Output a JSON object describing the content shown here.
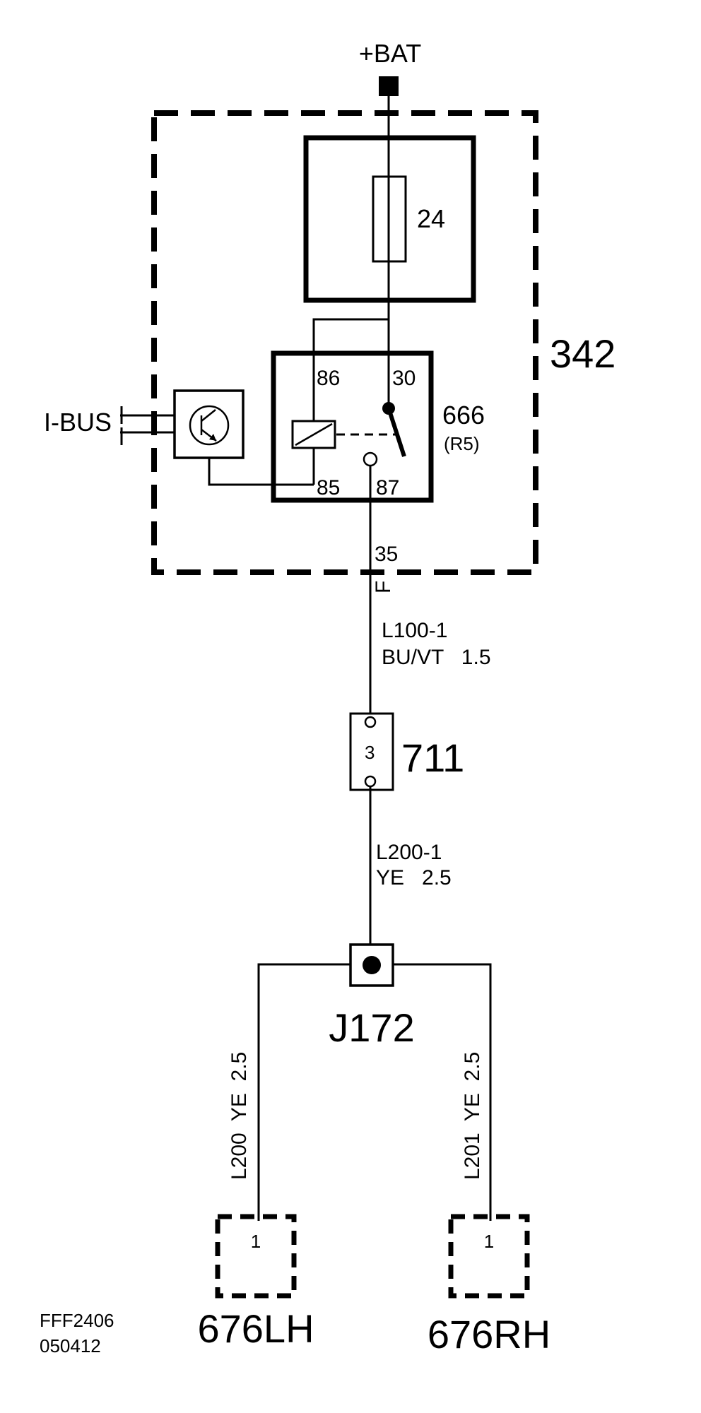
{
  "supply": "+BAT",
  "components": {
    "module": "342",
    "fuse": "24",
    "relay_id": "666",
    "relay_sub": "(R5)",
    "connector": "711",
    "connector_pin": "3",
    "junction": "J172",
    "load_left": "676LH",
    "load_right": "676RH",
    "load_left_pin": "1",
    "load_right_pin": "1"
  },
  "relay_pins": {
    "p86": "86",
    "p30": "30",
    "p85": "85",
    "p87": "87"
  },
  "bus": "I-BUS",
  "output": {
    "number": "35",
    "letter": "F"
  },
  "wires": {
    "w1_name": "L100-1",
    "w1_spec": "BU/VT   1.5",
    "w2_name": "L200-1",
    "w2_spec": "YE   2.5",
    "w_left": "L200  YE  2.5",
    "w_right": "L201  YE  2.5"
  },
  "footer": {
    "code": "FFF2406",
    "date": "050412"
  }
}
